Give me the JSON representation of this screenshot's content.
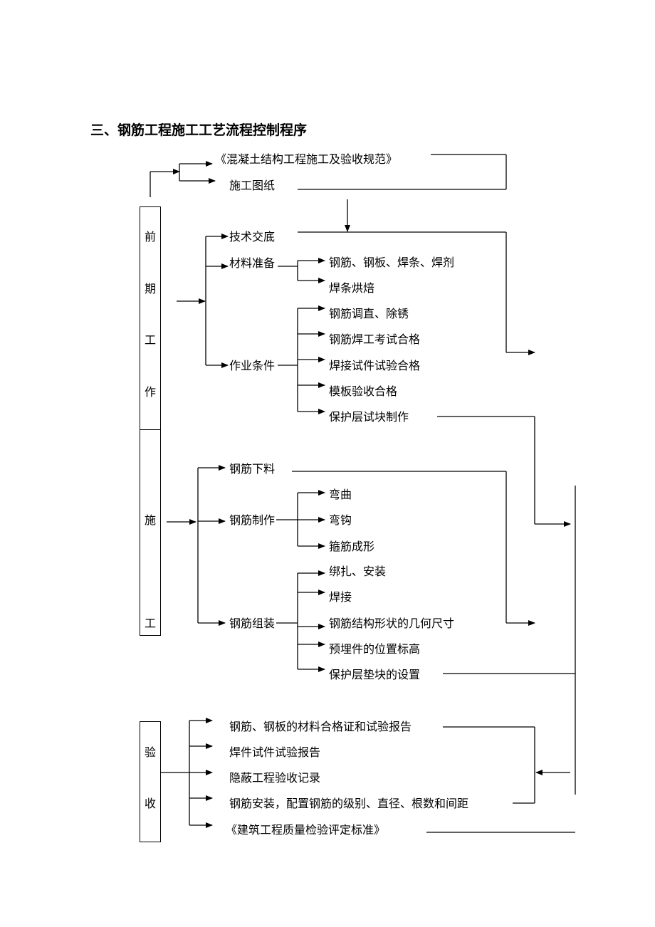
{
  "title": "三、钢筋工程施工工艺流程控制程序",
  "top_inputs": {
    "spec": "《混凝土结构工程施工及验收规范》",
    "drawings": "施工图纸"
  },
  "phases": {
    "pre_work": [
      "前",
      "期",
      "工",
      "作"
    ],
    "construction": [
      "施",
      "工"
    ],
    "acceptance": [
      "验",
      "收"
    ]
  },
  "pre_work": {
    "tech_briefing": "技术交底",
    "materials": "材料准备",
    "materials_items": [
      "钢筋、钢板、焊条、焊剂",
      "焊条烘焙"
    ],
    "conditions": "作业条件",
    "conditions_items": [
      "钢筋调直、除锈",
      "钢筋焊工考试合格",
      "焊接试件试验合格",
      "模板验收合格",
      "保护层试块制作"
    ]
  },
  "construction": {
    "cutting": "钢筋下料",
    "fabrication": "钢筋制作",
    "fabrication_items": [
      "弯曲",
      "弯钩",
      "箍筋成形"
    ],
    "assembly": "钢筋组装",
    "assembly_items": [
      "绑扎、安装",
      "焊接",
      "钢筋结构形状的几何尺寸",
      "预埋件的位置标高",
      "保护层垫块的设置"
    ]
  },
  "acceptance": {
    "items": [
      "钢筋、钢板的材料合格证和试验报告",
      "焊件试件试验报告",
      "隐蔽工程验收记录",
      "钢筋安装，配置钢筋的级别、直径、根数和间距",
      "《建筑工程质量检验评定标准》"
    ]
  }
}
